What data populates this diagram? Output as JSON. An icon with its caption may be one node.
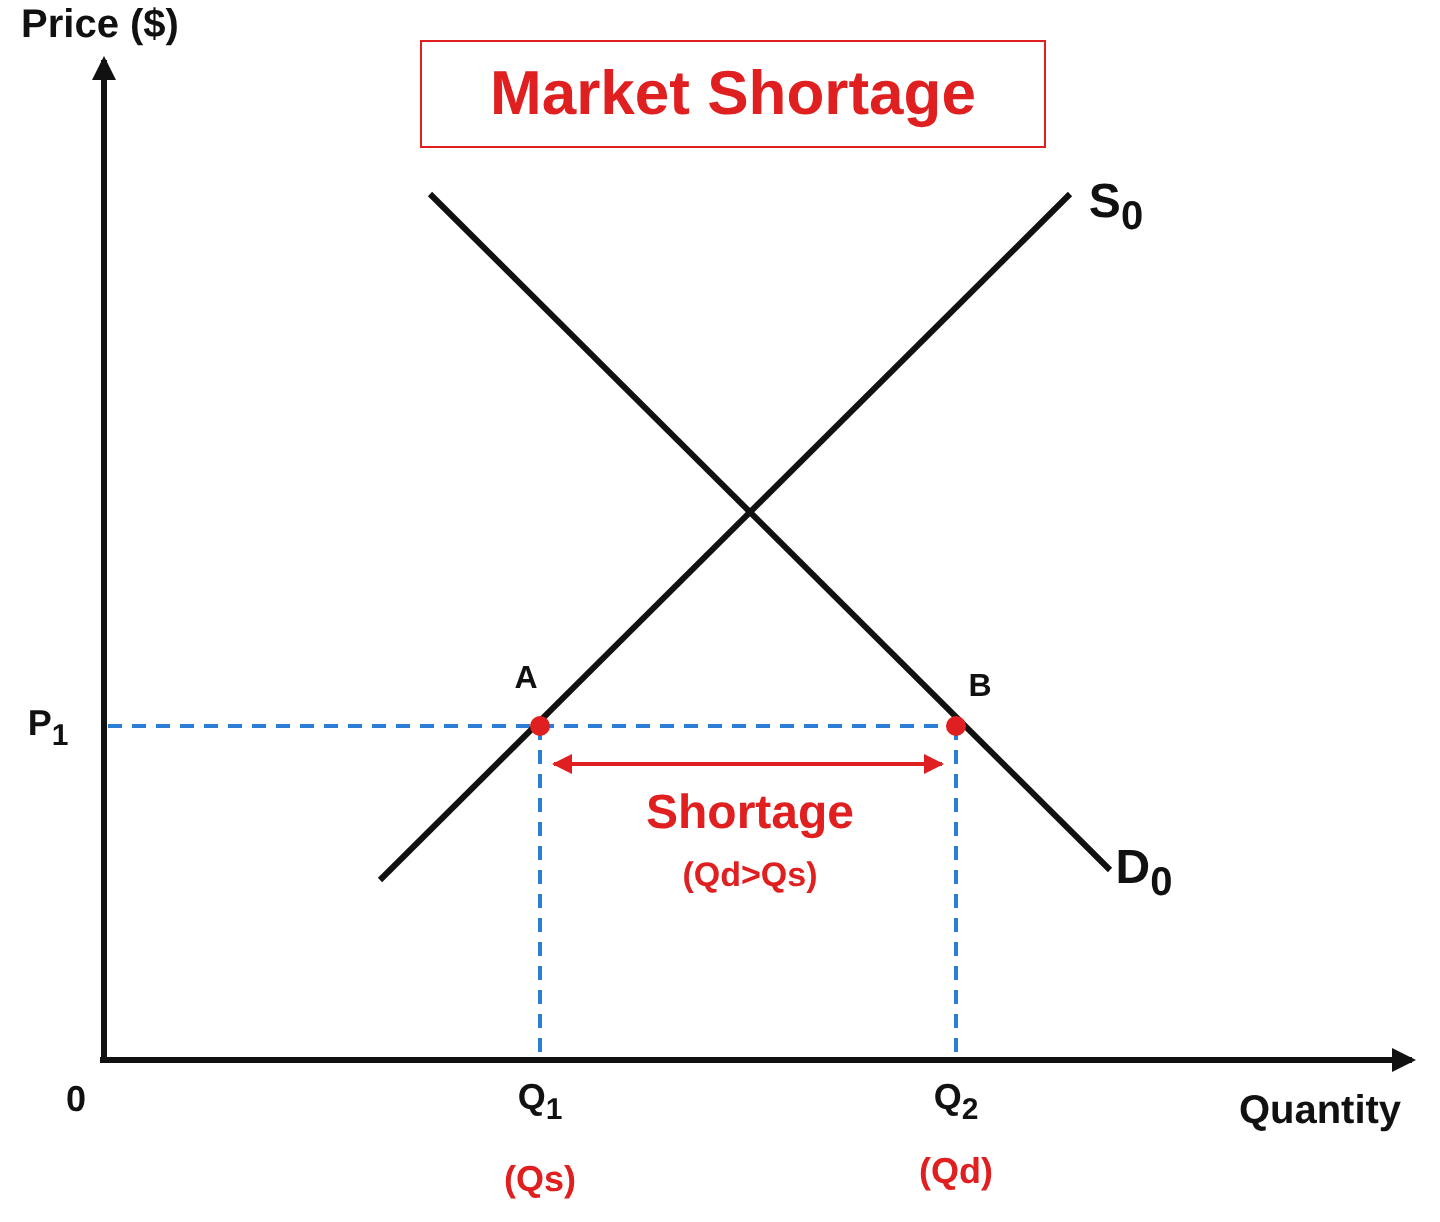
{
  "diagram": {
    "title": "Market Shortage",
    "labels": [
      "Price ($)",
      "S$_{0}$",
      "A",
      "B",
      "P$_{1}$",
      "Shortage",
      "(Qd>Qs)",
      "D$_{0}$",
      "0",
      "Q$_{1}$",
      "Q$_{2}$",
      "Quantity",
      "(Qs)",
      "(Qd)"
    ]
  }
}
